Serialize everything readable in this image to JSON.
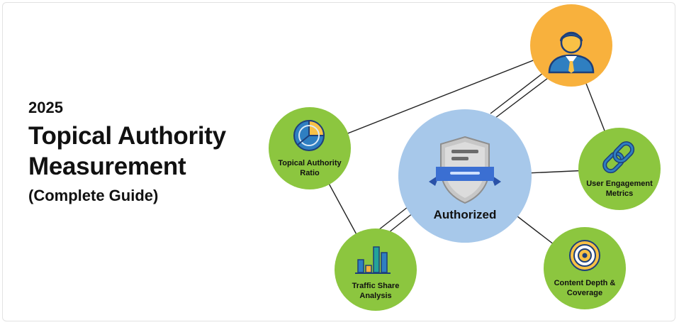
{
  "title": {
    "year": "2025",
    "line1": "Topical Authority",
    "line2": "Measurement",
    "subtitle": "(Complete Guide)"
  },
  "center": {
    "label": "Authorized",
    "icon": "shield-ribbon-icon"
  },
  "nodes": {
    "ratio": {
      "line1": "Topical Authority",
      "line2": "Ratio",
      "icon": "pie-chart-icon"
    },
    "engagement": {
      "line1": "User Engagement",
      "line2": "Metrics",
      "icon": "chain-link-icon"
    },
    "depth": {
      "line1": "Content Depth &",
      "line2": "Coverage",
      "icon": "target-icon"
    },
    "traffic": {
      "line1": "Traffic Share",
      "line2": "Analysis",
      "icon": "bar-chart-icon"
    },
    "person": {
      "icon": "businessman-icon"
    }
  },
  "colors": {
    "green": "#8cc63f",
    "center": "#a7c8ea",
    "orange": "#f8b13d",
    "line": "#222222",
    "blue_icon": "#2f7fc1",
    "navy": "#1d3f7a"
  }
}
